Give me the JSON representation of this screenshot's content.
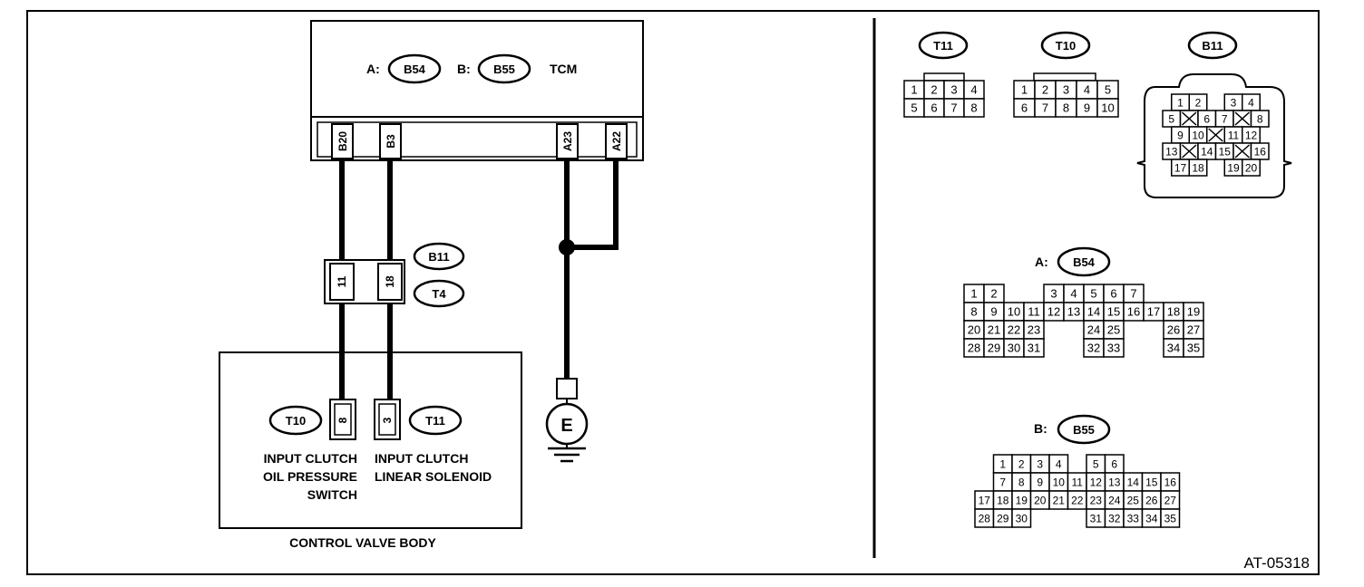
{
  "tcm": {
    "label": "TCM",
    "prefix_a": "A:",
    "prefix_b": "B:",
    "conn_a": "B54",
    "conn_b": "B55",
    "pins": [
      "B20",
      "B3",
      "A23",
      "A22"
    ]
  },
  "splice": {
    "conn_top": "B11",
    "conn_bottom": "T4",
    "pins": [
      "11",
      "18"
    ]
  },
  "valve_body": {
    "title": "CONTROL VALVE BODY",
    "switch": {
      "conn": "T10",
      "pin": "8",
      "label_lines": [
        "INPUT CLUTCH",
        "OIL PRESSURE",
        "SWITCH"
      ]
    },
    "solenoid": {
      "conn": "T11",
      "pin": "3",
      "label_lines": [
        "INPUT CLUTCH",
        "LINEAR SOLENOID"
      ]
    }
  },
  "ground": {
    "label": "E"
  },
  "connector_views": {
    "T11": {
      "name": "T11",
      "rows": [
        [
          "1",
          "2",
          "3",
          "4"
        ],
        [
          "5",
          "6",
          "7",
          "8"
        ]
      ]
    },
    "T10": {
      "name": "T10",
      "rows": [
        [
          "1",
          "2",
          "3",
          "4",
          "5"
        ],
        [
          "6",
          "7",
          "8",
          "9",
          "10"
        ]
      ]
    },
    "B11": {
      "name": "B11",
      "rows": [
        [
          "1",
          "2",
          "",
          "3",
          "4"
        ],
        [
          "5",
          "X",
          "6",
          "7",
          "X",
          "8"
        ],
        [
          "9",
          "10",
          "X",
          "11",
          "12"
        ],
        [
          "13",
          "X",
          "14",
          "15",
          "X",
          "16"
        ],
        [
          "17",
          "18",
          "",
          "19",
          "20"
        ]
      ]
    },
    "B54": {
      "prefix": "A:",
      "name": "B54",
      "rows": [
        [
          "1",
          "2",
          "",
          "",
          "3",
          "4",
          "5",
          "6",
          "7"
        ],
        [
          "8",
          "9",
          "10",
          "11",
          "12",
          "13",
          "14",
          "15",
          "16",
          "17",
          "18",
          "19"
        ],
        [
          "20",
          "21",
          "22",
          "23",
          "",
          "",
          "24",
          "25",
          "",
          "",
          "26",
          "27"
        ],
        [
          "28",
          "29",
          "30",
          "31",
          "",
          "",
          "32",
          "33",
          "",
          "",
          "34",
          "35"
        ]
      ]
    },
    "B55": {
      "prefix": "B:",
      "name": "B55",
      "rows": [
        [
          "1",
          "2",
          "3",
          "4",
          "",
          "5",
          "6"
        ],
        [
          "7",
          "8",
          "9",
          "10",
          "11",
          "12",
          "13",
          "14",
          "15",
          "16"
        ],
        [
          "17",
          "18",
          "19",
          "20",
          "21",
          "22",
          "23",
          "24",
          "25",
          "26",
          "27"
        ],
        [
          "28",
          "29",
          "30",
          "",
          "",
          "",
          "31",
          "32",
          "33",
          "34",
          "35"
        ]
      ]
    }
  },
  "figure_id": "AT-05318"
}
